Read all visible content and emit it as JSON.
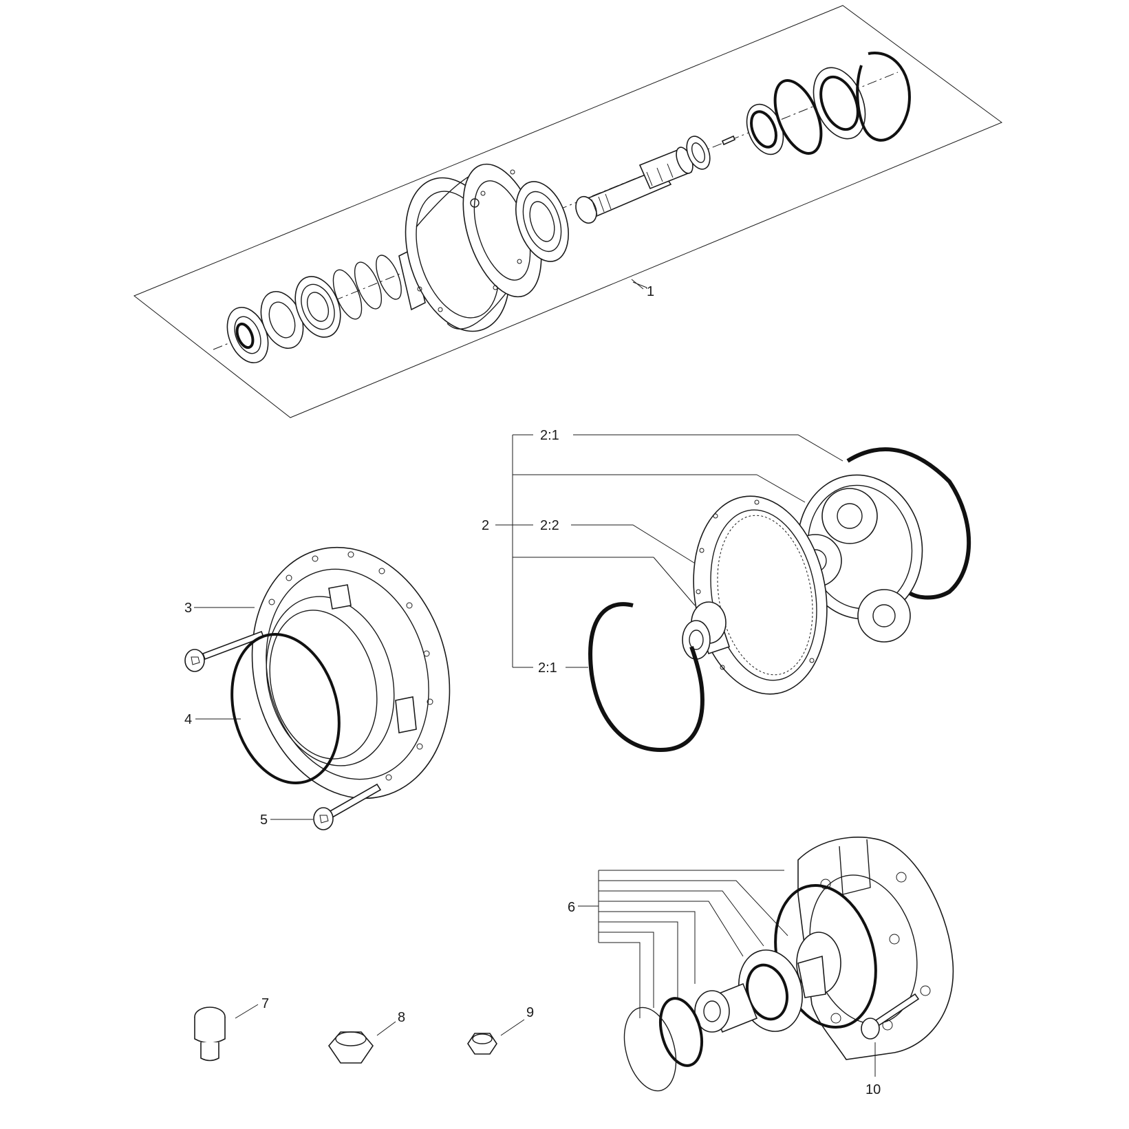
{
  "callouts": {
    "c1": "1",
    "c2": "2",
    "c2_1a": "2:1",
    "c2_2": "2:2",
    "c2_1b": "2:1",
    "c3": "3",
    "c4": "4",
    "c5": "5",
    "c6": "6",
    "c7": "7",
    "c8": "8",
    "c9": "9",
    "c10": "10"
  }
}
